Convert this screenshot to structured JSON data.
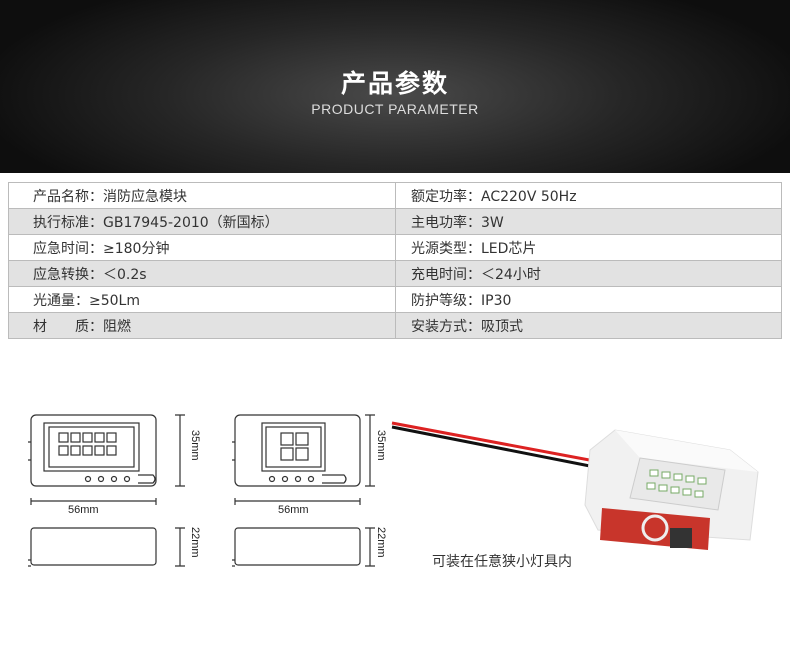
{
  "header": {
    "title": "产品参数",
    "subtitle": "PRODUCT PARAMETER"
  },
  "params": [
    [
      "产品名称：消防应急模块",
      "额定功率：AC220V 50Hz"
    ],
    [
      "执行标准：GB17945-2010（新国标）",
      "主电功率：3W"
    ],
    [
      "应急时间：≥180分钟",
      "光源类型：LED芯片"
    ],
    [
      "应急转换：＜0.2s",
      "充电时间：＜24小时"
    ],
    [
      "光通量：≥50Lm",
      "防护等级：IP30"
    ],
    [
      "材　　质：阻燃",
      "安装方式：吸顶式"
    ]
  ],
  "dimensions": {
    "width": "56mm",
    "height": "35mm",
    "depth": "22mm"
  },
  "caption": "可装在任意狭小灯具内"
}
